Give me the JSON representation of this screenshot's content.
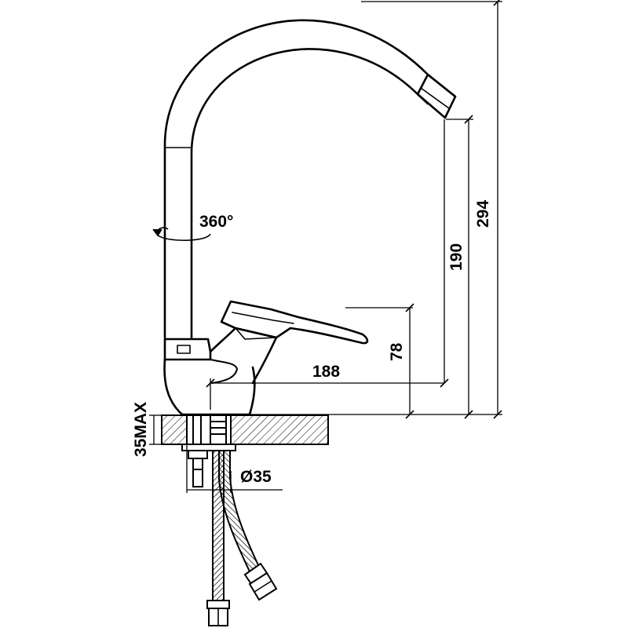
{
  "drawing": {
    "line_color": "#000000",
    "background": "#ffffff",
    "dimensions": {
      "total_height": "294",
      "spout_height": "190",
      "body_height": "78",
      "spout_reach": "188",
      "max_deck_thickness": "35MAX",
      "hole_diameter": "Ø35"
    },
    "rotation_label": "360°"
  }
}
